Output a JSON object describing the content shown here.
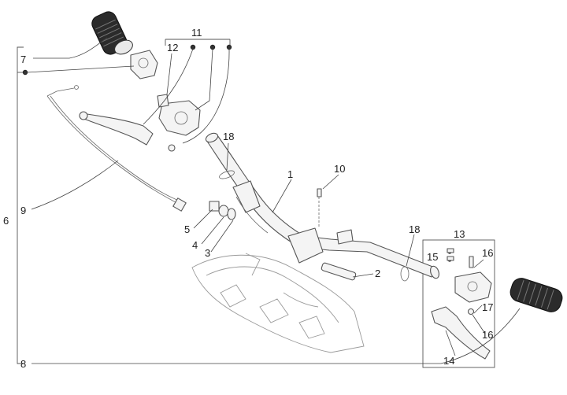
{
  "callouts": {
    "c1": "1",
    "c2": "2",
    "c3": "3",
    "c4": "4",
    "c5": "5",
    "c6": "6",
    "c7": "7",
    "c8": "8",
    "c9": "9",
    "c10": "10",
    "c11": "11",
    "c12": "12",
    "c13": "13",
    "c14": "14",
    "c15": "15",
    "c16a": "16",
    "c16b": "16",
    "c17": "17",
    "c18a": "18",
    "c18b": "18"
  },
  "colors": {
    "line": "#444444",
    "grip": "#2b2b2b",
    "part_fill": "#f4f4f4"
  }
}
